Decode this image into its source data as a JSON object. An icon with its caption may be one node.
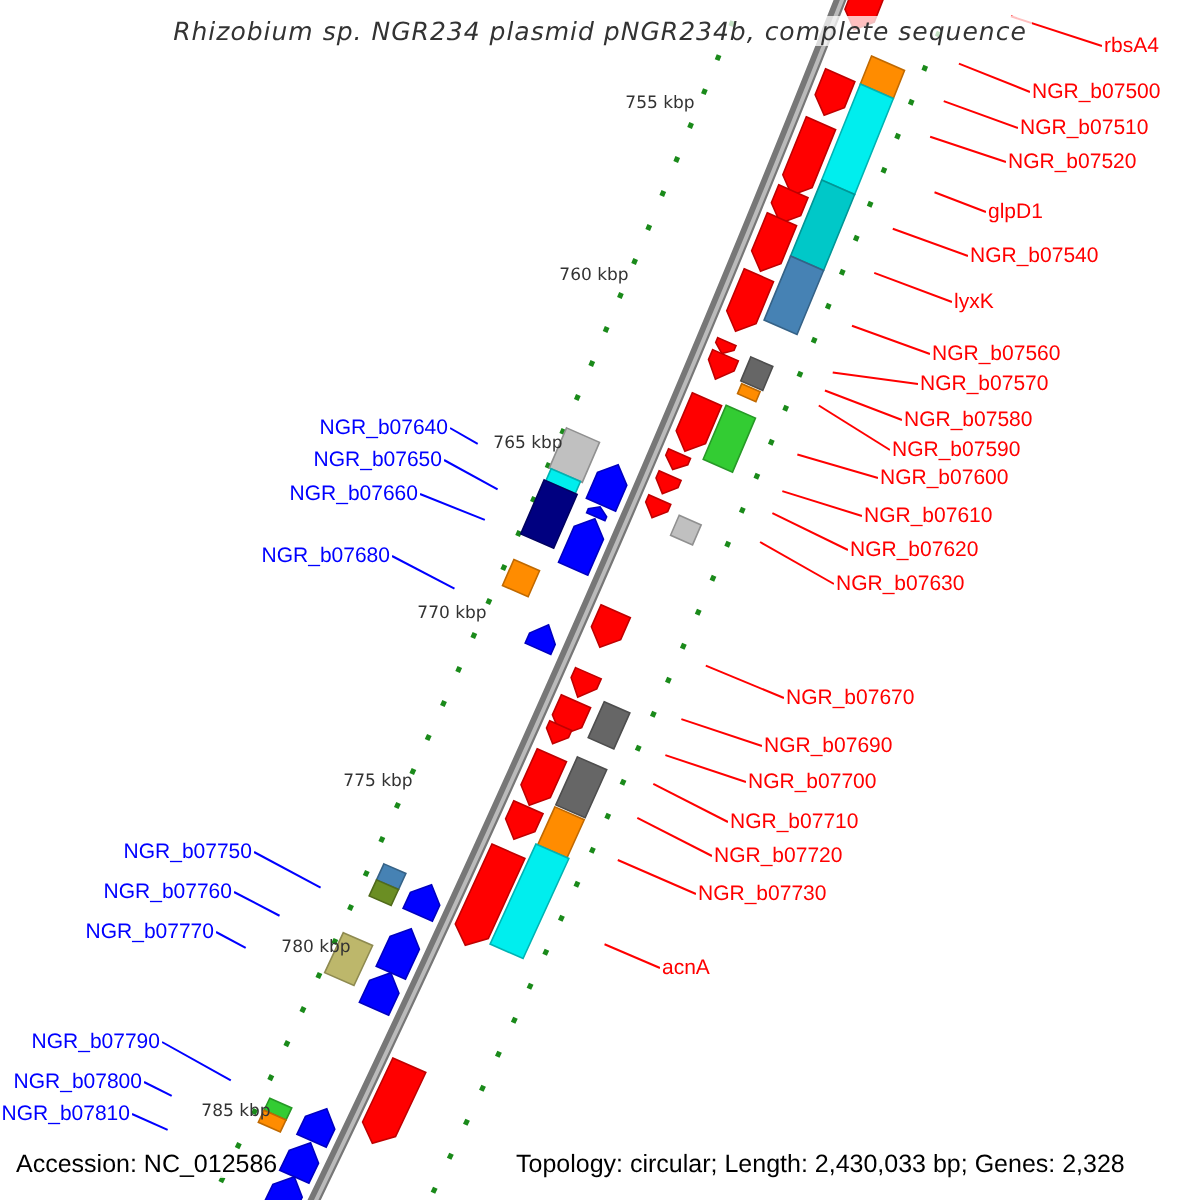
{
  "diagram": {
    "title": "Rhizobium sp. NGR234 plasmid pNGR234b, complete sequence",
    "nodes": [
      {
        "text": [
          "rbsA4"
        ]
      },
      {
        "text": [
          "NGR_b07500"
        ]
      },
      {
        "text": [
          "NGR_b07510"
        ]
      },
      {
        "text": [
          "NGR_b07520"
        ]
      },
      {
        "text": [
          "glpD1"
        ]
      },
      {
        "text": [
          "NGR_b07540"
        ]
      },
      {
        "text": [
          "lyxK"
        ]
      },
      {
        "text": [
          "NGR_b07560"
        ]
      },
      {
        "text": [
          "NGR_b07570"
        ]
      },
      {
        "text": [
          "NGR_b07580"
        ]
      },
      {
        "text": [
          "NGR_b07590"
        ]
      },
      {
        "text": [
          "NGR_b07600"
        ]
      },
      {
        "text": [
          "NGR_b07610"
        ]
      },
      {
        "text": [
          "NGR_b07620"
        ]
      },
      {
        "text": [
          "NGR_b07630"
        ]
      },
      {
        "text": [
          "NGR_b07640"
        ]
      },
      {
        "text": [
          "NGR_b07650"
        ]
      },
      {
        "text": [
          "NGR_b07660"
        ]
      },
      {
        "text": [
          "NGR_b07680"
        ]
      },
      {
        "text": [
          "NGR_b07670"
        ]
      },
      {
        "text": [
          "NGR_b07690"
        ]
      },
      {
        "text": [
          "NGR_b07700"
        ]
      },
      {
        "text": [
          "NGR_b07710"
        ]
      },
      {
        "text": [
          "NGR_b07720"
        ]
      },
      {
        "text": [
          "NGR_b07730"
        ]
      },
      {
        "text": [
          "acnA"
        ]
      },
      {
        "text": [
          "NGR_b07750"
        ]
      },
      {
        "text": [
          "NGR_b07760"
        ]
      },
      {
        "text": [
          "NGR_b07770"
        ]
      },
      {
        "text": [
          "NGR_b07790"
        ]
      },
      {
        "text": [
          "NGR_b07800"
        ]
      },
      {
        "text": [
          "NGR_b07810"
        ]
      }
    ],
    "edges": [
      {
        "from": 0,
        "to": null,
        "arrow": "none"
      },
      {
        "from": 1,
        "to": null,
        "arrow": "none"
      },
      {
        "from": 2,
        "to": null,
        "arrow": "none"
      },
      {
        "from": 3,
        "to": null,
        "arrow": "none"
      },
      {
        "from": 4,
        "to": null,
        "arrow": "none"
      },
      {
        "from": 5,
        "to": null,
        "arrow": "none"
      },
      {
        "from": 6,
        "to": null,
        "arrow": "none"
      },
      {
        "from": 7,
        "to": null,
        "arrow": "none"
      },
      {
        "from": 8,
        "to": null,
        "arrow": "none"
      },
      {
        "from": 9,
        "to": null,
        "arrow": "none"
      },
      {
        "from": 10,
        "to": null,
        "arrow": "none"
      },
      {
        "from": 11,
        "to": null,
        "arrow": "none"
      },
      {
        "from": 12,
        "to": null,
        "arrow": "none"
      },
      {
        "from": 13,
        "to": null,
        "arrow": "none"
      },
      {
        "from": 14,
        "to": null,
        "arrow": "none"
      },
      {
        "from": 15,
        "to": null,
        "arrow": "none",
        "color": "#0000ff"
      },
      {
        "from": 16,
        "to": null,
        "arrow": "none",
        "color": "#0000ff"
      },
      {
        "from": 17,
        "to": null,
        "arrow": "none",
        "color": "#0000ff"
      },
      {
        "from": 18,
        "to": null,
        "arrow": "none",
        "color": "#0000ff"
      },
      {
        "from": 19,
        "to": null,
        "arrow": "none"
      },
      {
        "from": 20,
        "to": null,
        "arrow": "none"
      },
      {
        "from": 21,
        "to": null,
        "arrow": "none"
      },
      {
        "from": 22,
        "to": null,
        "arrow": "none"
      },
      {
        "from": 23,
        "to": null,
        "arrow": "none"
      },
      {
        "from": 24,
        "to": null,
        "arrow": "none"
      },
      {
        "from": 25,
        "to": null,
        "arrow": "none"
      },
      {
        "from": 26,
        "to": null,
        "arrow": "none",
        "color": "#0000ff"
      },
      {
        "from": 27,
        "to": null,
        "arrow": "none",
        "color": "#0000ff"
      },
      {
        "from": 28,
        "to": null,
        "arrow": "none",
        "color": "#0000ff"
      },
      {
        "from": 29,
        "to": null,
        "arrow": "none",
        "color": "#0000ff"
      },
      {
        "from": 30,
        "to": null,
        "arrow": "none",
        "color": "#0000ff"
      },
      {
        "from": 31,
        "to": null,
        "arrow": "none",
        "color": "#0000ff"
      }
    ],
    "labels": [
      "755 kbp",
      "760 kbp",
      "765 kbp",
      "770 kbp",
      "775 kbp",
      "780 kbp",
      "785 kbp",
      "Accession: NC_012586",
      "Topology: circular; Length: 2,430,033 bp; Genes: 2,328"
    ]
  }
}
